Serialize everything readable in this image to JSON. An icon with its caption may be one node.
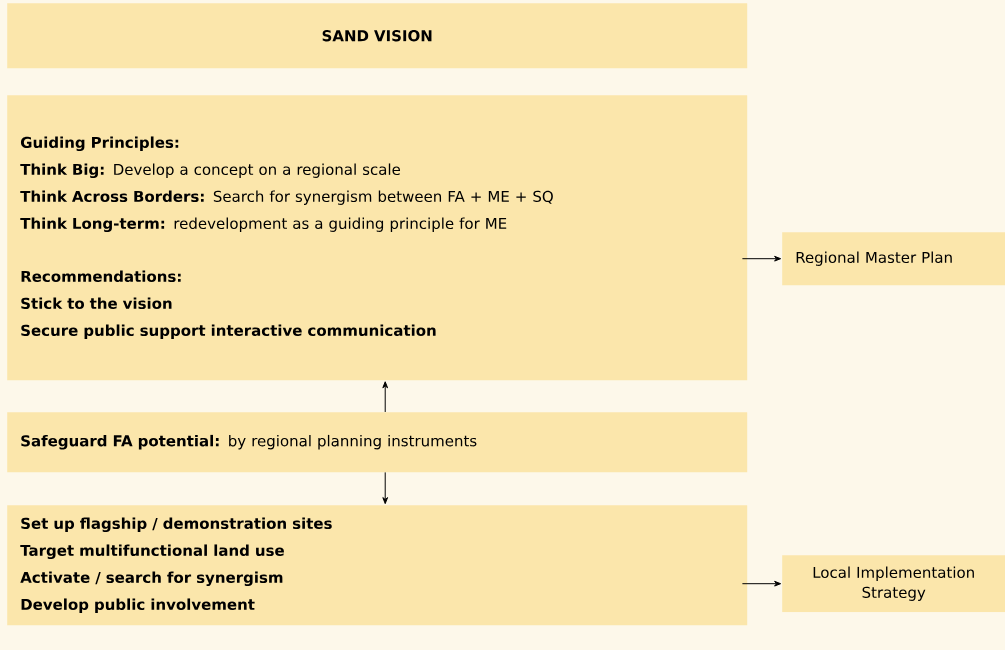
{
  "diagram": {
    "nodes": [
      {
        "text": [
          "SAND VISION"
        ]
      },
      {
        "text": [
          "Guiding Principles:",
          "**Think Big:** Develop a concept on a regional scale",
          "**Think Across Borders:** Search for synergism between FA + ME + SQ",
          "**Think Long-term:** redevelopment as a guiding principle for ME",
          "Recommendations:",
          "Stick to the vision",
          "Secure public support interactive communication"
        ]
      },
      {
        "text": [
          "**Safeguard FA potential:** by regional planning instruments"
        ]
      },
      {
        "text": [
          "Set up flagship / demonstration sites",
          "Target multifunctional land use",
          "Activate / search for synergism",
          "Develop public involvement"
        ]
      },
      {
        "text": [
          "Regional Master Plan"
        ]
      },
      {
        "text": [
          "Local Implementation Strategy"
        ]
      }
    ],
    "edges": [
      {
        "from": 2,
        "to": 1,
        "arrow": "to"
      },
      {
        "from": 2,
        "to": 3,
        "arrow": "to"
      },
      {
        "from": 1,
        "to": 4,
        "arrow": "to"
      },
      {
        "from": 3,
        "to": 5,
        "arrow": "to"
      }
    ]
  }
}
